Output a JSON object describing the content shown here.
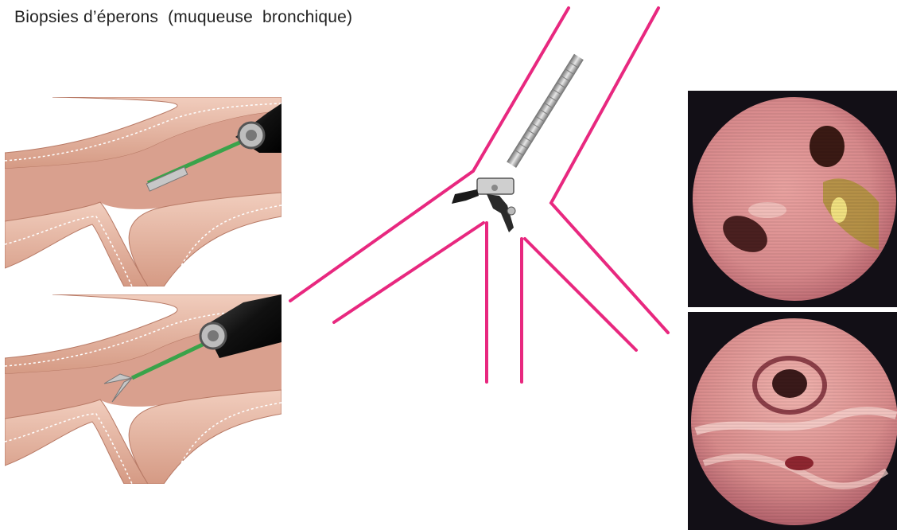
{
  "slide": {
    "title": "Biopsies d’éperons  (muqueuse  bronchique)"
  },
  "colors": {
    "airway_outline": "#e8287f",
    "tissue_outer": "#e4b4a0",
    "tissue_inner": "#d99a82",
    "lumen": "#c98a78",
    "endoscope_body": "#1c1c1c",
    "catheter": "#3aa34a",
    "forceps_metal": "#c7c7c7",
    "endoscopy_background": "#120f16",
    "endoscopy_mucosa": "#d98c8c"
  },
  "icons": {
    "illustration_top": "bronchoscope-advancing-closed-forceps-illustration",
    "illustration_bottom": "bronchoscope-open-forceps-at-spur-illustration",
    "center": "biopsy-forceps-at-bronchial-carina-diagram",
    "endoscopy_top": "bronchial-spur-endoscopic-view",
    "endoscopy_bottom": "bronchial-spur-after-biopsy-endoscopic-view"
  }
}
